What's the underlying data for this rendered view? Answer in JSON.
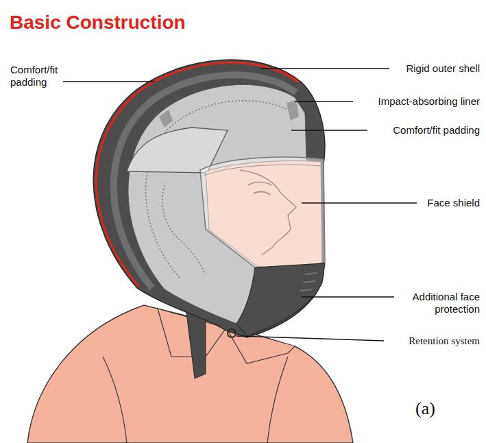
{
  "diagram": {
    "title": "Basic Construction",
    "labels": [
      "Comfort/fit padding",
      "Rigid outer shell",
      "Impact-absorbing liner",
      "Comfort/fit padding",
      "Face shield",
      "Additional face protection",
      "Retention system",
      "(a)"
    ]
  }
}
